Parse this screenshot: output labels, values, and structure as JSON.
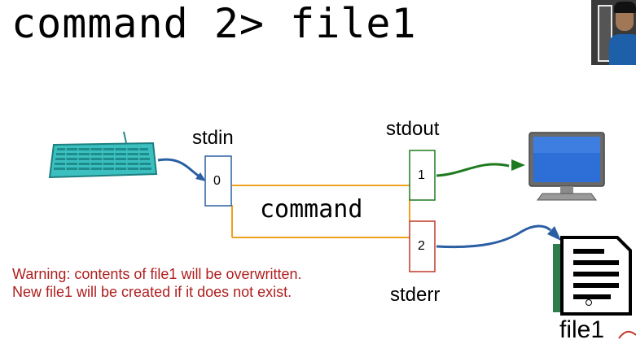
{
  "slide": {
    "title": "command 2> file1"
  },
  "diagram": {
    "stdin_label": "stdin",
    "stdout_label": "stdout",
    "stderr_label": "stderr",
    "fd_in": "0",
    "fd_out": "1",
    "fd_err": "2",
    "command_label": "command",
    "file_label": "file1"
  },
  "warning": {
    "line1": "Warning: contents of file1 will be overwritten.",
    "line2": "New file1 will be created if it does not exist."
  },
  "colors": {
    "stdin_box": "#2b5fa3",
    "stdout_box": "#1e7a1e",
    "stderr_box": "#c0392b",
    "pipe_line": "#f0a020",
    "warning_text": "#b01e1e",
    "keyboard": "#3bbfbf",
    "monitor_screen": "#2d6fd6"
  },
  "icons": {
    "input_device": "keyboard-icon",
    "output_device": "monitor-icon",
    "error_target": "document-icon"
  }
}
